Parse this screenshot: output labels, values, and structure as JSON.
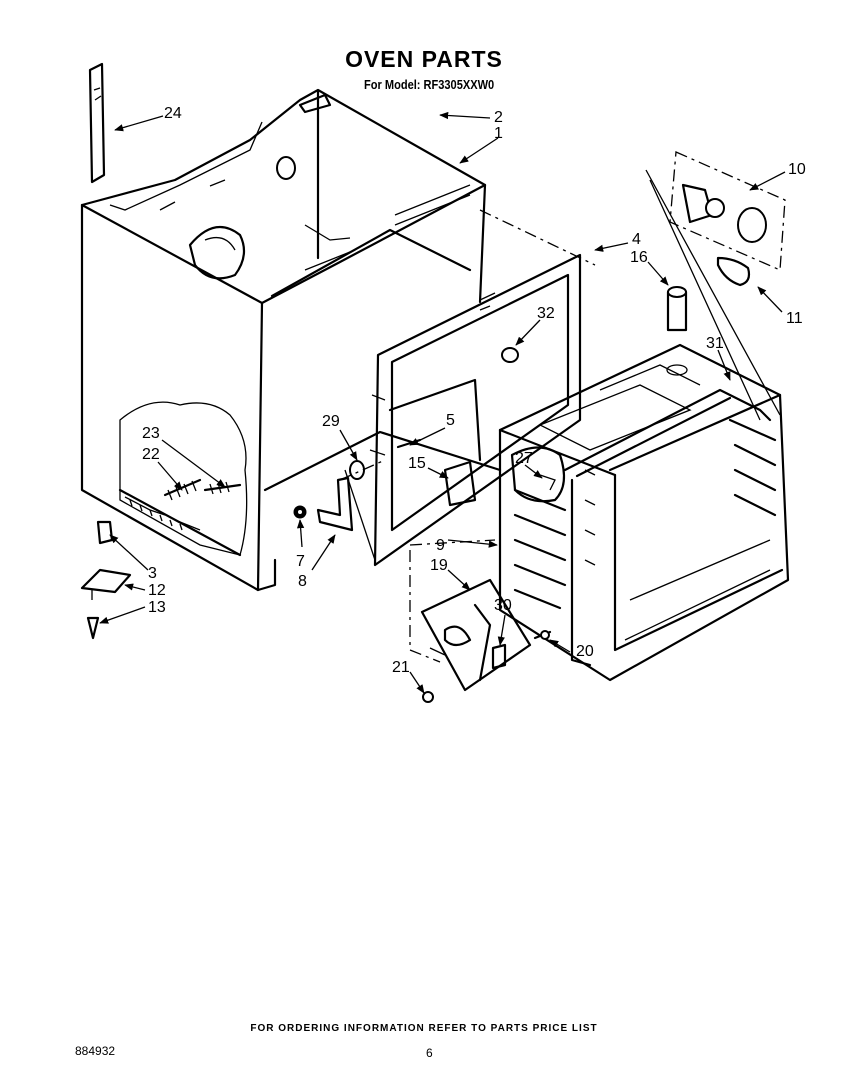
{
  "title": "OVEN PARTS",
  "subtitle": "For Model: RF3305XXW0",
  "footer_note": "FOR ORDERING INFORMATION REFER TO PARTS PRICE LIST",
  "document_number": "884932",
  "page_number": "6",
  "callouts": {
    "c1": "1",
    "c2": "2",
    "c3": "3",
    "c4": "4",
    "c5": "5",
    "c7": "7",
    "c8": "8",
    "c9": "9",
    "c10": "10",
    "c11": "11",
    "c12": "12",
    "c13": "13",
    "c15": "15",
    "c16": "16",
    "c19": "19",
    "c20": "20",
    "c21": "21",
    "c22": "22",
    "c23": "23",
    "c24": "24",
    "c27": "27",
    "c29": "29",
    "c30": "30",
    "c31": "31",
    "c32": "32"
  }
}
